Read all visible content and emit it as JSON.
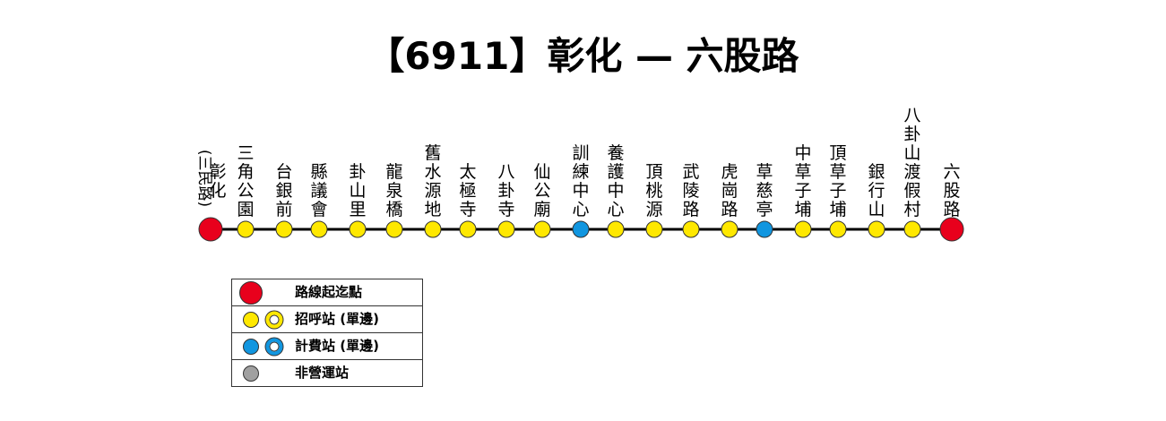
{
  "title": "【6911】彰化 — 六股路",
  "colors": {
    "terminal": "#e8001c",
    "flag_stop": "#ffe800",
    "fare_stage": "#1196e0",
    "non_operating": "#a0a0a0",
    "line": "#000000"
  },
  "stops": [
    {
      "name": "彰化",
      "sub": "(三民路)",
      "type": "terminal"
    },
    {
      "name": "三角公園",
      "type": "flag_stop"
    },
    {
      "name": "台銀前",
      "type": "flag_stop"
    },
    {
      "name": "縣議會",
      "type": "flag_stop"
    },
    {
      "name": "卦山里",
      "type": "flag_stop"
    },
    {
      "name": "龍泉橋",
      "type": "flag_stop"
    },
    {
      "name": "舊水源地",
      "type": "flag_stop"
    },
    {
      "name": "太極寺",
      "type": "flag_stop"
    },
    {
      "name": "八卦寺",
      "type": "flag_stop"
    },
    {
      "name": "仙公廟",
      "type": "flag_stop"
    },
    {
      "name": "訓練中心",
      "type": "fare_stage"
    },
    {
      "name": "養護中心",
      "type": "flag_stop"
    },
    {
      "name": "頂桃源",
      "type": "flag_stop"
    },
    {
      "name": "武陵路",
      "type": "flag_stop"
    },
    {
      "name": "虎崗路",
      "type": "flag_stop"
    },
    {
      "name": "草慈亭",
      "type": "fare_stage"
    },
    {
      "name": "中草子埔",
      "type": "flag_stop"
    },
    {
      "name": "頂草子埔",
      "type": "flag_stop"
    },
    {
      "name": "銀行山",
      "type": "flag_stop"
    },
    {
      "name": "八卦山渡假村",
      "type": "flag_stop"
    },
    {
      "name": "六股路",
      "type": "terminal"
    }
  ],
  "legend": [
    {
      "label": "路線起迄點",
      "type": "terminal"
    },
    {
      "label": "招呼站 (單邊)",
      "type": "flag_stop",
      "one_side": true
    },
    {
      "label": "計費站 (單邊)",
      "type": "fare_stage",
      "one_side": true
    },
    {
      "label": "非營運站",
      "type": "non_operating"
    }
  ]
}
